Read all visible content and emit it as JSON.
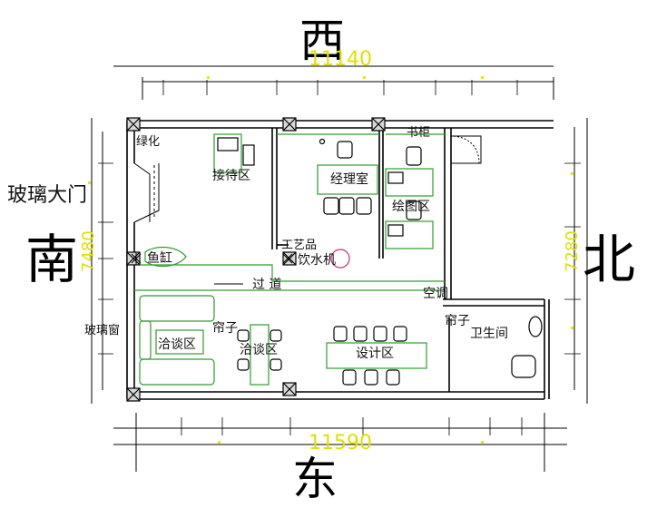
{
  "directions": {
    "west": "西",
    "east": "东",
    "south": "南",
    "north": "北"
  },
  "dimensions": {
    "top": "11140",
    "bottom": "11590",
    "left": "7480",
    "right": "7280"
  },
  "labels": {
    "greenery": "绿化",
    "reception": "接待区",
    "manager_office": "经理室",
    "bookcase": "书柜",
    "drawing_area": "绘图区",
    "glass_door": "玻璃大门",
    "fish_tank": "鱼缸",
    "crafts": "工艺品",
    "water_dispenser": "饮水机",
    "corridor": "过 道",
    "air_conditioner": "空调",
    "curtain_right": "帘子",
    "toilet": "卫生间",
    "glass_window": "玻璃窗",
    "meeting_left": "洽谈区",
    "curtain_mid": "帘子",
    "meeting_mid": "洽谈区",
    "design_area": "设计区"
  },
  "colors": {
    "wall": "#000000",
    "furniture": "#2e9e2e",
    "dimension_text": "#e0e000",
    "accent_pink": "#c0307a"
  }
}
